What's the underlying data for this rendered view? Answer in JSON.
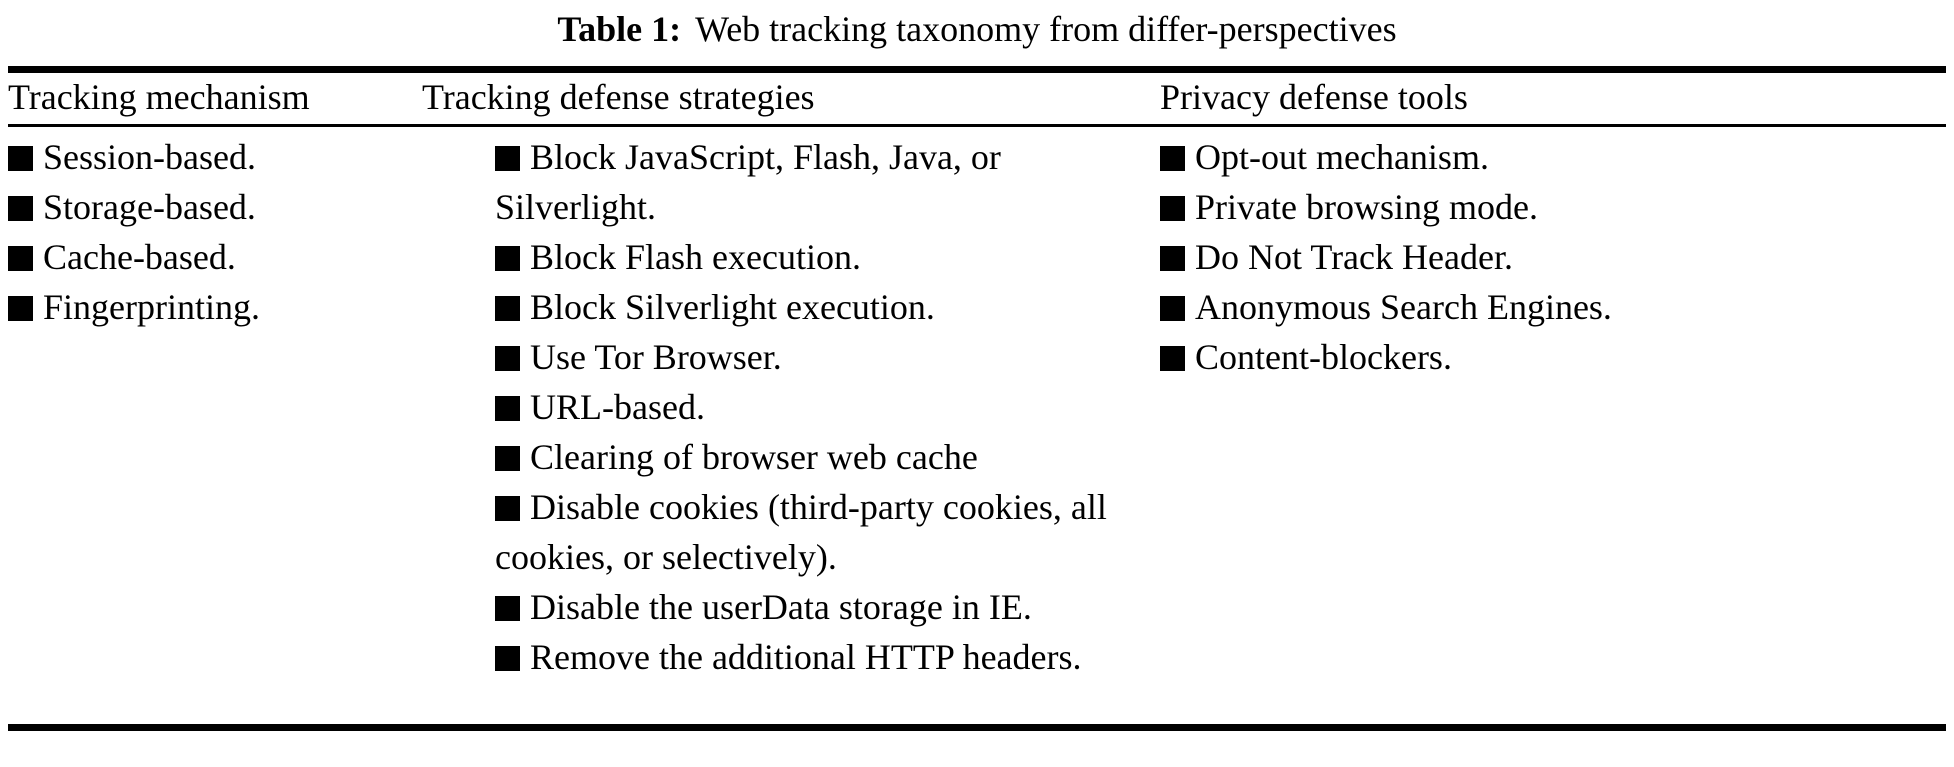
{
  "caption": {
    "label": "Table 1:",
    "text": "Web tracking taxonomy from differ-perspectives"
  },
  "columns": [
    {
      "header": "Tracking mechanism",
      "items": [
        "Session-based.",
        "Storage-based.",
        "Cache-based.",
        "Fingerprinting."
      ]
    },
    {
      "header": "Tracking defense strategies",
      "items": [
        "Block JavaScript, Flash, Java, or Silverlight.",
        "Block Flash execution.",
        "Block Silverlight execution.",
        "Use Tor Browser.",
        "URL-based.",
        "Clearing of browser web cache",
        "Disable cookies (third-party cookies, all cookies, or selectively).",
        "Disable the userData storage in IE.",
        "Remove the additional HTTP headers."
      ]
    },
    {
      "header": "Privacy defense tools",
      "items": [
        "Opt-out mechanism.",
        "Private browsing mode.",
        "Do Not Track Header.",
        "Anonymous Search Engines.",
        "Content-blockers."
      ]
    }
  ],
  "style": {
    "bullet_glyph": "black-square",
    "text_color": "#000000",
    "background_color": "#ffffff",
    "rule_color": "#000000"
  }
}
